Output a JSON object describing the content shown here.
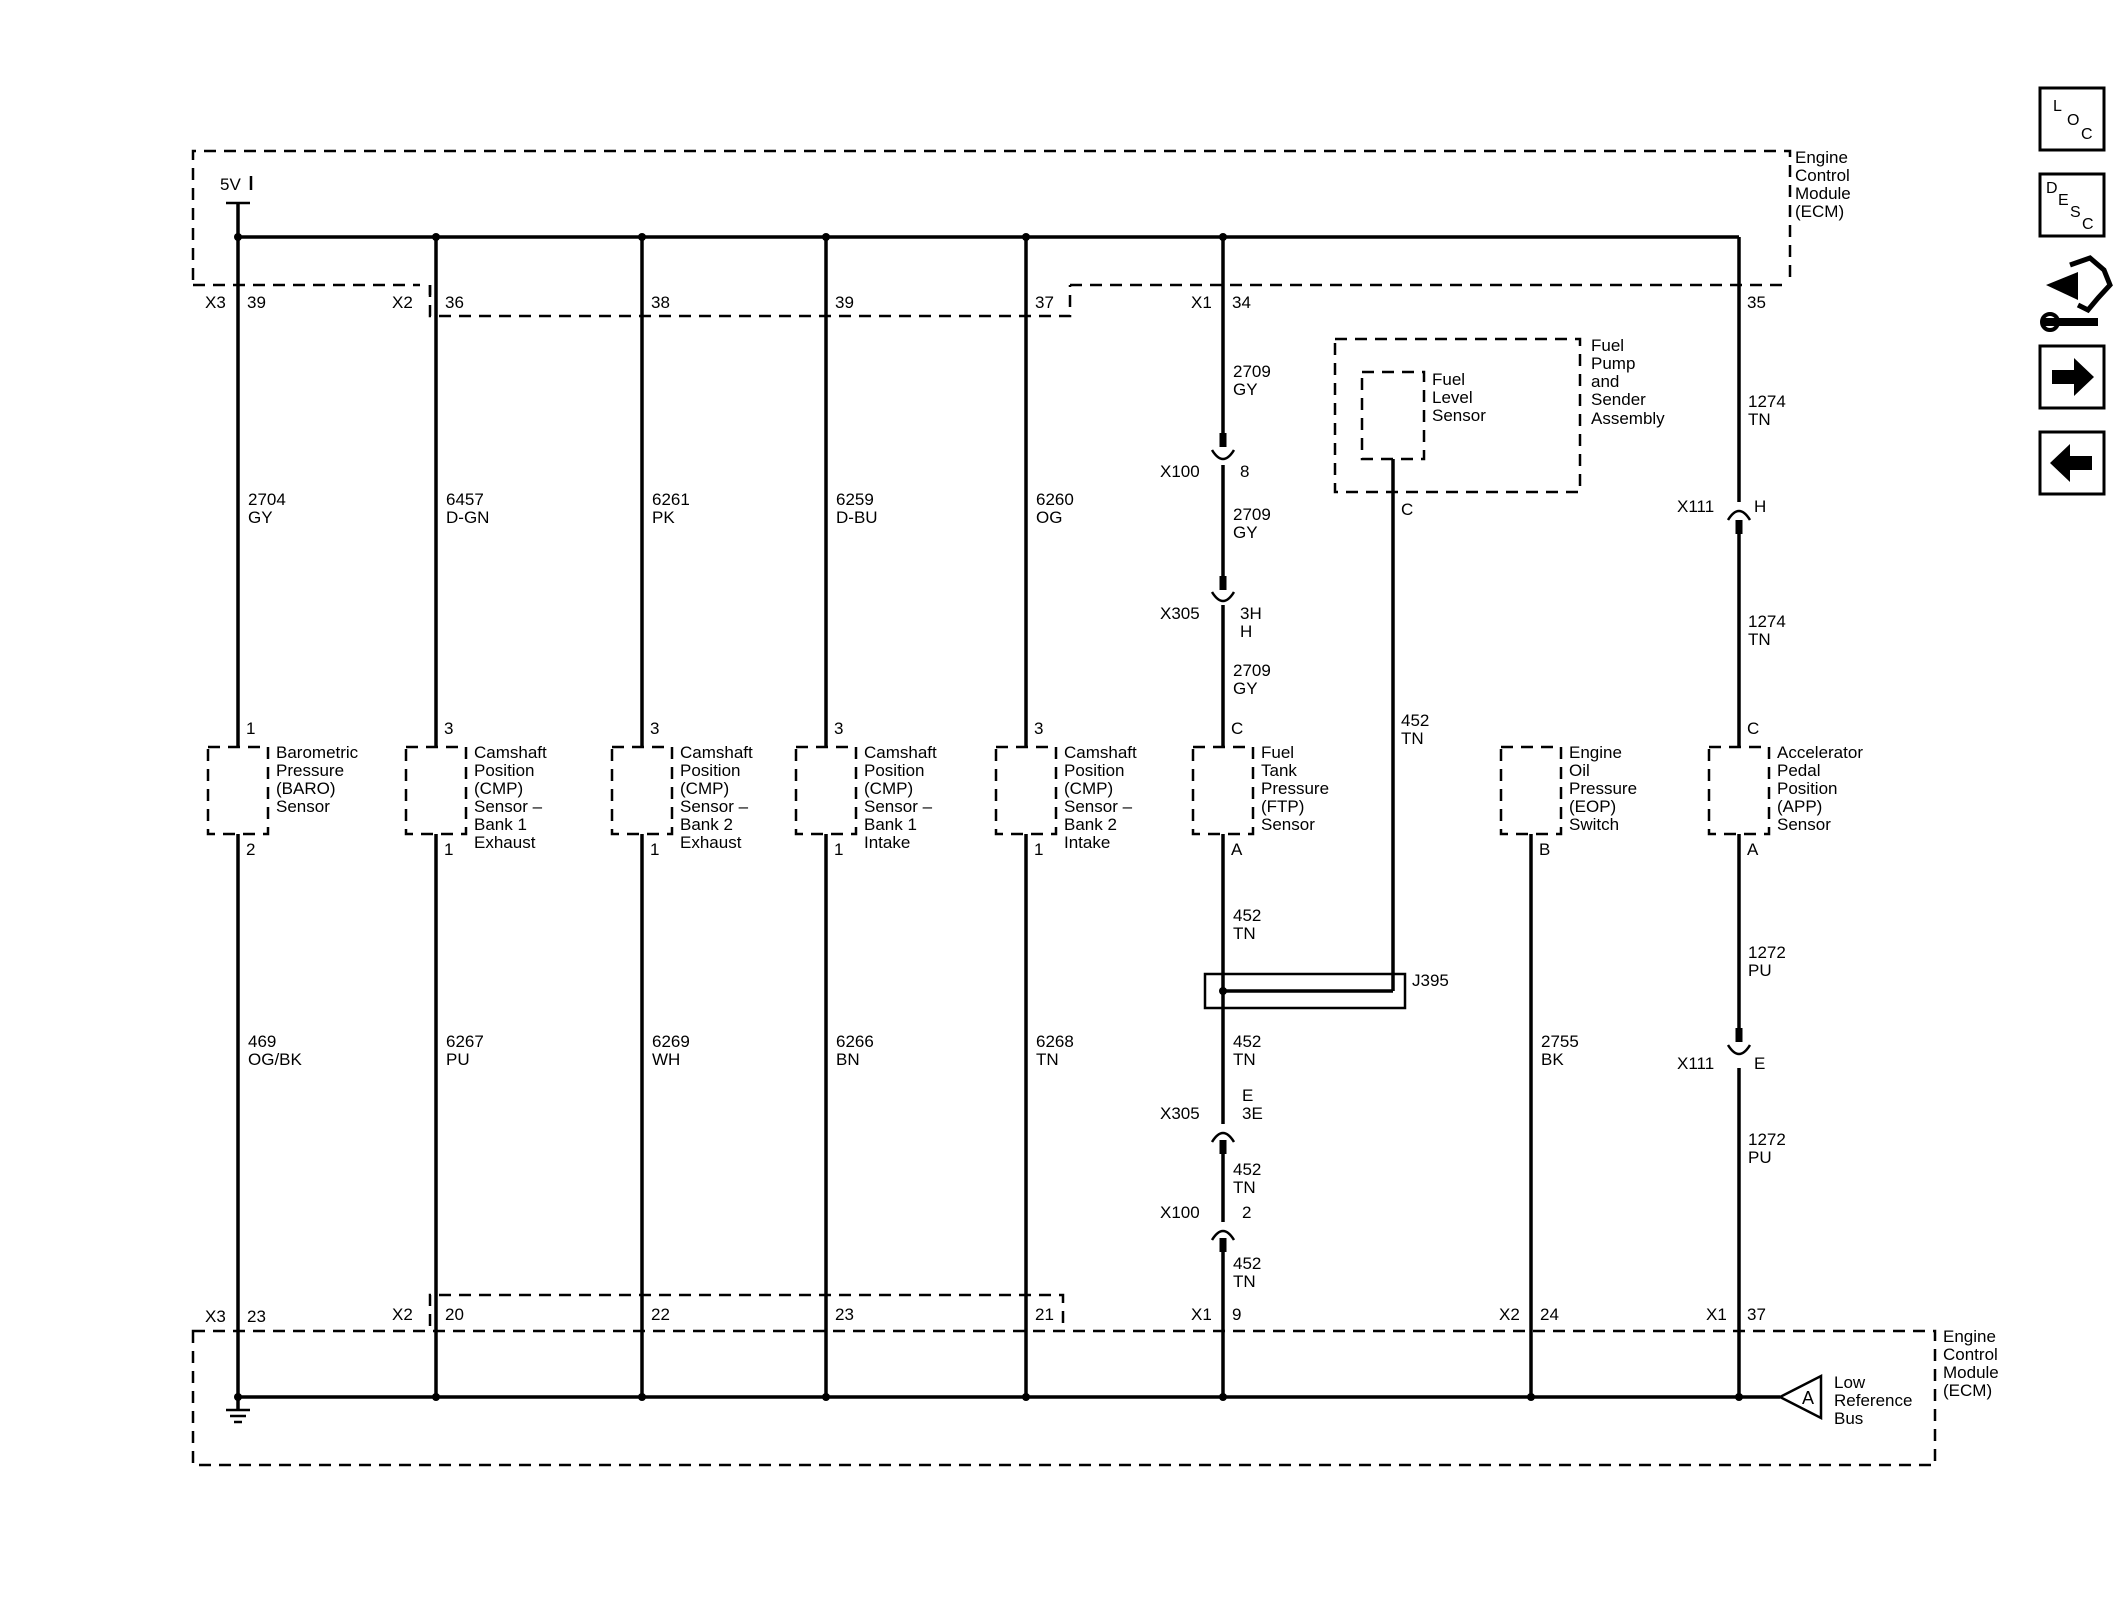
{
  "ecm": {
    "label_top": [
      "Engine",
      "Control",
      "Module",
      "(ECM)"
    ],
    "label_bottom": [
      "Engine",
      "Control",
      "Module",
      "(ECM)"
    ],
    "supply": "5V"
  },
  "nav": {
    "loc": {
      "l1": "L",
      "l2": "O",
      "l3": "C"
    },
    "desc": {
      "l1": "D",
      "l2": "E",
      "l3": "S",
      "l4": "C"
    }
  },
  "connectors_top": {
    "x3": "X3",
    "p39": "39",
    "x2": "X2",
    "p36": "36",
    "p38": "38",
    "p39b": "39",
    "p37": "37",
    "x1": "X1",
    "p34": "34",
    "p35": "35"
  },
  "connectors_bottom": {
    "x3": "X3",
    "p23": "23",
    "x2": "X2",
    "p20": "20",
    "p22": "22",
    "p23b": "23",
    "p21": "21",
    "x1": "X1",
    "p9": "9",
    "x2b": "X2",
    "p24": "24",
    "x1b": "X1",
    "p37": "37"
  },
  "wires": {
    "w2704": [
      "2704",
      "GY"
    ],
    "w6457": [
      "6457",
      "D-GN"
    ],
    "w6261": [
      "6261",
      "PK"
    ],
    "w6259": [
      "6259",
      "D-BU"
    ],
    "w6260": [
      "6260",
      "OG"
    ],
    "w2709a": [
      "2709",
      "GY"
    ],
    "w2709b": [
      "2709",
      "GY"
    ],
    "w2709c": [
      "2709",
      "GY"
    ],
    "w1274a": [
      "1274",
      "TN"
    ],
    "w1274b": [
      "1274",
      "TN"
    ],
    "w452fl": [
      "452",
      "TN"
    ],
    "w469": [
      "469",
      "OG/BK"
    ],
    "w6267": [
      "6267",
      "PU"
    ],
    "w6269": [
      "6269",
      "WH"
    ],
    "w6266": [
      "6266",
      "BN"
    ],
    "w6268": [
      "6268",
      "TN"
    ],
    "w452a": [
      "452",
      "TN"
    ],
    "w452b": [
      "452",
      "TN"
    ],
    "w452c": [
      "452",
      "TN"
    ],
    "w452d": [
      "452",
      "TN"
    ],
    "w2755": [
      "2755",
      "BK"
    ],
    "w1272a": [
      "1272",
      "PU"
    ],
    "w1272b": [
      "1272",
      "PU"
    ]
  },
  "inline": {
    "x100a": "X100",
    "x100a_pin": "8",
    "x305a": "X305",
    "x305a_pin1": "3H",
    "x305a_pin2": "H",
    "x111a": "X111",
    "x111a_pin": "H",
    "x111b": "X111",
    "x111b_pin": "E",
    "x305b": "X305",
    "x305b_pin1": "E",
    "x305b_pin2": "3E",
    "x100b": "X100",
    "x100b_pin": "2",
    "j395": "J395",
    "fl_pin": "C"
  },
  "components": {
    "baro": {
      "lines": [
        "Barometric",
        "Pressure",
        "(BARO)",
        "Sensor"
      ],
      "pin_top": "1",
      "pin_bot": "2"
    },
    "cmp1": {
      "lines": [
        "Camshaft",
        "Position",
        "(CMP)",
        "Sensor –",
        "Bank 1",
        "Exhaust"
      ],
      "pin_top": "3",
      "pin_bot": "1"
    },
    "cmp2": {
      "lines": [
        "Camshaft",
        "Position",
        "(CMP)",
        "Sensor –",
        "Bank 2",
        "Exhaust"
      ],
      "pin_top": "3",
      "pin_bot": "1"
    },
    "cmp3": {
      "lines": [
        "Camshaft",
        "Position",
        "(CMP)",
        "Sensor –",
        "Bank 1",
        "Intake"
      ],
      "pin_top": "3",
      "pin_bot": "1"
    },
    "cmp4": {
      "lines": [
        "Camshaft",
        "Position",
        "(CMP)",
        "Sensor –",
        "Bank 2",
        "Intake"
      ],
      "pin_top": "3",
      "pin_bot": "1"
    },
    "ftp": {
      "lines": [
        "Fuel",
        "Tank",
        "Pressure",
        "(FTP)",
        "Sensor"
      ],
      "pin_top": "C",
      "pin_bot": "A"
    },
    "eop": {
      "lines": [
        "Engine",
        "Oil",
        "Pressure",
        "(EOP)",
        "Switch"
      ],
      "pin_bot": "B"
    },
    "app": {
      "lines": [
        "Accelerator",
        "Pedal",
        "Position",
        "(APP)",
        "Sensor"
      ],
      "pin_top": "C",
      "pin_bot": "A"
    },
    "fuel_level": {
      "lines": [
        "Fuel",
        "Level",
        "Sensor"
      ]
    },
    "fuel_pump": {
      "lines": [
        "Fuel",
        "Pump",
        "and",
        "Sender",
        "Assembly"
      ]
    }
  },
  "low_ref": {
    "letter": "A",
    "lines": [
      "Low",
      "Reference",
      "Bus"
    ]
  }
}
